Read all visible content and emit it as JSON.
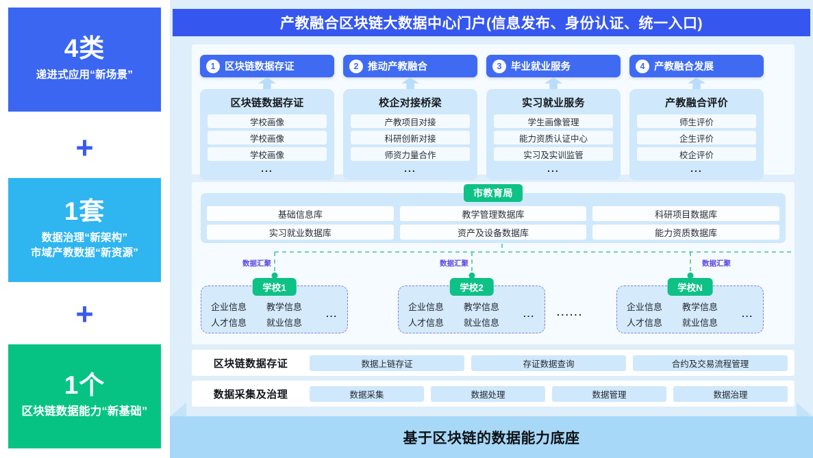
{
  "sidebar": {
    "blocks": [
      {
        "big": "4类",
        "sub": "递进式应用“新场景”",
        "color": "#3a66f2"
      },
      {
        "big": "1套",
        "sub_line1": "数据治理“新架构”",
        "sub_line2": "市域产教数据“新资源”",
        "color": "#2fb5f0"
      },
      {
        "big": "1个",
        "sub": "区块链数据能力“新基础”",
        "color": "#06c383"
      }
    ],
    "plus_1": "+",
    "plus_2": "+"
  },
  "panel": {
    "title": "产教融合区块链大数据中心门户(信息发布、身份认证、统一入口)",
    "title_bg": "#3657ef"
  },
  "apps": [
    {
      "num": "1",
      "badge": "区块链数据存证",
      "card_title": "区块链数据存证",
      "items": [
        "学校画像",
        "学校画像",
        "学校画像"
      ],
      "dots": "..."
    },
    {
      "num": "2",
      "badge": "推动产教融合",
      "card_title": "校企对接桥梁",
      "items": [
        "产教项目对接",
        "科研创新对接",
        "师资力量合作"
      ],
      "dots": "..."
    },
    {
      "num": "3",
      "badge": "毕业就业服务",
      "card_title": "实习就业服务",
      "items": [
        "学生画像管理",
        "能力资质认证中心",
        "实习及实训监管"
      ],
      "dots": "..."
    },
    {
      "num": "4",
      "badge": "产教融合发展",
      "card_title": "产教融合评价",
      "items": [
        "师生评价",
        "企生评价",
        "校企评价"
      ],
      "dots": "..."
    }
  ],
  "bureau": {
    "badge": "市教育局",
    "badge_color": "#0ec186",
    "databases": [
      "基础信息库",
      "教学管理数据库",
      "科研项目数据库",
      "实习就业数据库",
      "资产及设备数据库",
      "能力资质数据库"
    ]
  },
  "aggregation": {
    "label_1": "数据汇聚",
    "label_2": "数据汇聚",
    "label_3": "数据汇聚",
    "line_color": "#3fc79a"
  },
  "schools": [
    {
      "name": "学校1",
      "fields": [
        "企业信息",
        "教学信息",
        "人才信息",
        "就业信息"
      ],
      "ellipsis": "..."
    },
    {
      "name": "学校2",
      "fields": [
        "企业信息",
        "教学信息",
        "人才信息",
        "就业信息"
      ],
      "ellipsis": "..."
    },
    {
      "name": "学校N",
      "fields": [
        "企业信息",
        "教学信息",
        "人才信息",
        "就业信息"
      ],
      "ellipsis": "..."
    }
  ],
  "schools_gap_ellipsis": "......",
  "capability_rows": [
    {
      "label": "区块链数据存证",
      "items": [
        "数据上链存证",
        "存证数据查询",
        "合约及交易流程管理"
      ]
    },
    {
      "label": "数据采集及治理",
      "items": [
        "数据采集",
        "数据处理",
        "数据管理",
        "数据治理"
      ]
    }
  ],
  "base": {
    "text": "基于区块链的数据能力底座",
    "color": "#a8d8f7"
  }
}
